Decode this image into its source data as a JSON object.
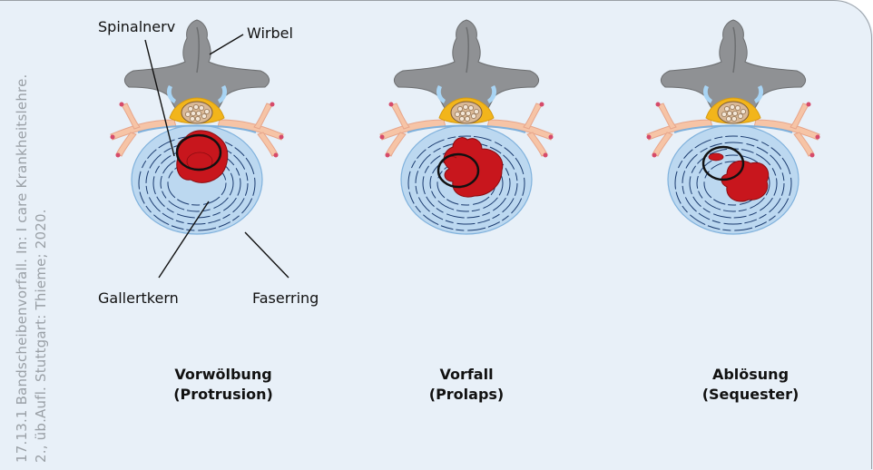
{
  "credit": {
    "line1": "17.13.1 Bandscheibenvorfall. In: I care Krankheitslehre.",
    "line2": "2., üb.Aufl. Stuttgart: Thieme; 2020."
  },
  "labels": {
    "spinal_nerve": "Spinalnerv",
    "vertebra": "Wirbel",
    "nucleus": "Gallertkern",
    "annulus": "Faserring"
  },
  "stages": [
    {
      "title": "Vorwölbung",
      "subtitle": "(Protrusion)"
    },
    {
      "title": "Vorfall",
      "subtitle": "(Prolaps)"
    },
    {
      "title": "Ablösung",
      "subtitle": "(Sequester)"
    }
  ],
  "colors": {
    "background": "#e8f0f8",
    "bone": "#8f9194",
    "disc": "#bcd8f0",
    "nucleus": "#c8161d",
    "cord_sheath": "#f2b51b",
    "nerve": "#f6c4a6"
  }
}
